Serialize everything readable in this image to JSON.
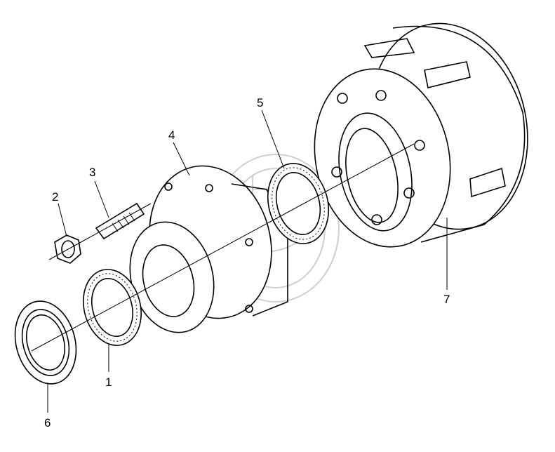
{
  "diagram": {
    "callouts": [
      {
        "id": "1",
        "label": "1"
      },
      {
        "id": "2",
        "label": "2"
      },
      {
        "id": "3",
        "label": "3"
      },
      {
        "id": "4",
        "label": "4"
      },
      {
        "id": "5",
        "label": "5"
      },
      {
        "id": "6",
        "label": "6"
      },
      {
        "id": "7",
        "label": "7"
      }
    ]
  },
  "colors": {
    "line": "#000000",
    "background": "#ffffff",
    "watermark": "#cfcfcf"
  }
}
